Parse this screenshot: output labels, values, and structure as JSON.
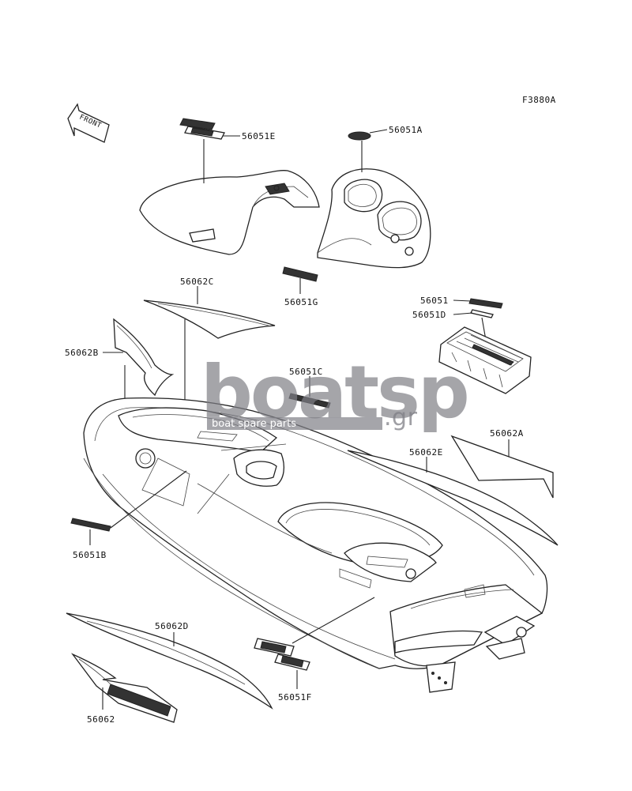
{
  "figure_code": "F3880A",
  "front_label": "FRONT",
  "watermark": {
    "brand": "boatsp",
    "suffix": ".gr",
    "tagline": "boat spare parts"
  },
  "parts": [
    {
      "id": "p-56051e",
      "label": "56051E"
    },
    {
      "id": "p-56051a",
      "label": "56051A"
    },
    {
      "id": "p-56051g",
      "label": "56051G"
    },
    {
      "id": "p-56062c",
      "label": "56062C"
    },
    {
      "id": "p-56062b",
      "label": "56062B"
    },
    {
      "id": "p-56051c",
      "label": "56051C"
    },
    {
      "id": "p-56051",
      "label": "56051"
    },
    {
      "id": "p-56051d",
      "label": "56051D"
    },
    {
      "id": "p-56062a",
      "label": "56062A"
    },
    {
      "id": "p-56062e",
      "label": "56062E"
    },
    {
      "id": "p-56051b",
      "label": "56051B"
    },
    {
      "id": "p-56062d",
      "label": "56062D"
    },
    {
      "id": "p-56051f",
      "label": "56051F"
    },
    {
      "id": "p-56062",
      "label": "56062"
    }
  ]
}
